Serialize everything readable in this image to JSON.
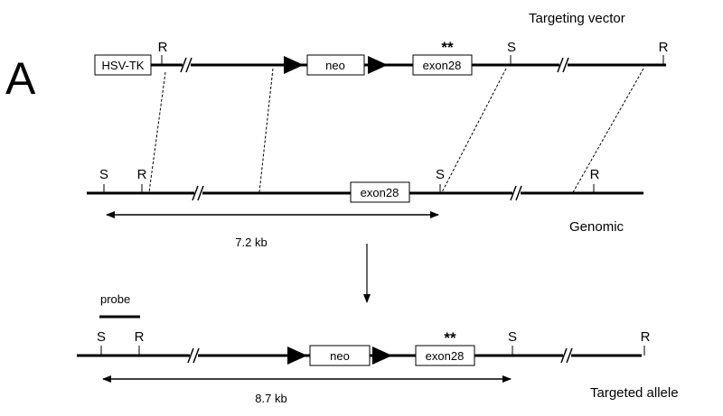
{
  "panel_label": "A",
  "labels": {
    "targeting_vector": "Targeting vector",
    "genomic": "Genomic",
    "targeted_allele": "Targeted allele",
    "probe": "probe"
  },
  "boxes": {
    "hsv_tk": "HSV-TK",
    "neo": "neo",
    "exon28": "exon28"
  },
  "sites": {
    "ecori": "R",
    "sali": "S"
  },
  "mutation_marker": "**",
  "distances": {
    "genomic": "7.2 kb",
    "targeted": "8.7 kb"
  }
}
